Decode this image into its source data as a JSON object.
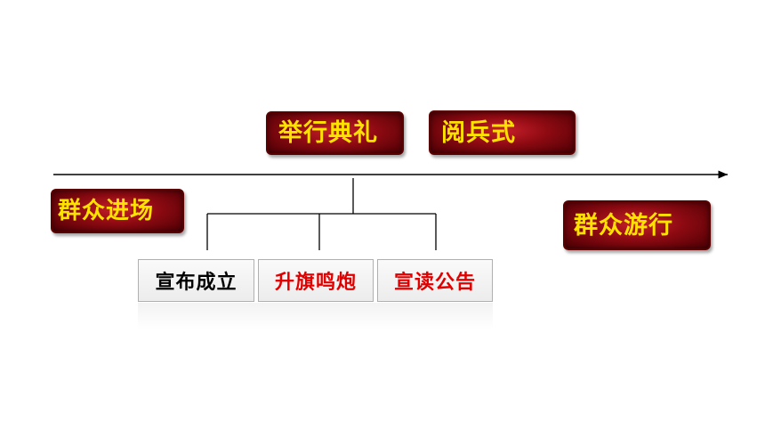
{
  "nodes": {
    "hold_ceremony": "举行典礼",
    "military_parade": "阅兵式",
    "crowd_entry": "群众进场",
    "crowd_parade": "群众游行",
    "announce_founding": "宣布成立",
    "raise_flag_salute": "升旗鸣炮",
    "read_proclamation": "宣读公告"
  },
  "colors": {
    "box_text": "#ffe200",
    "box_fill": "#8e0a12",
    "red_text": "#e00000",
    "black_text": "#000000"
  }
}
